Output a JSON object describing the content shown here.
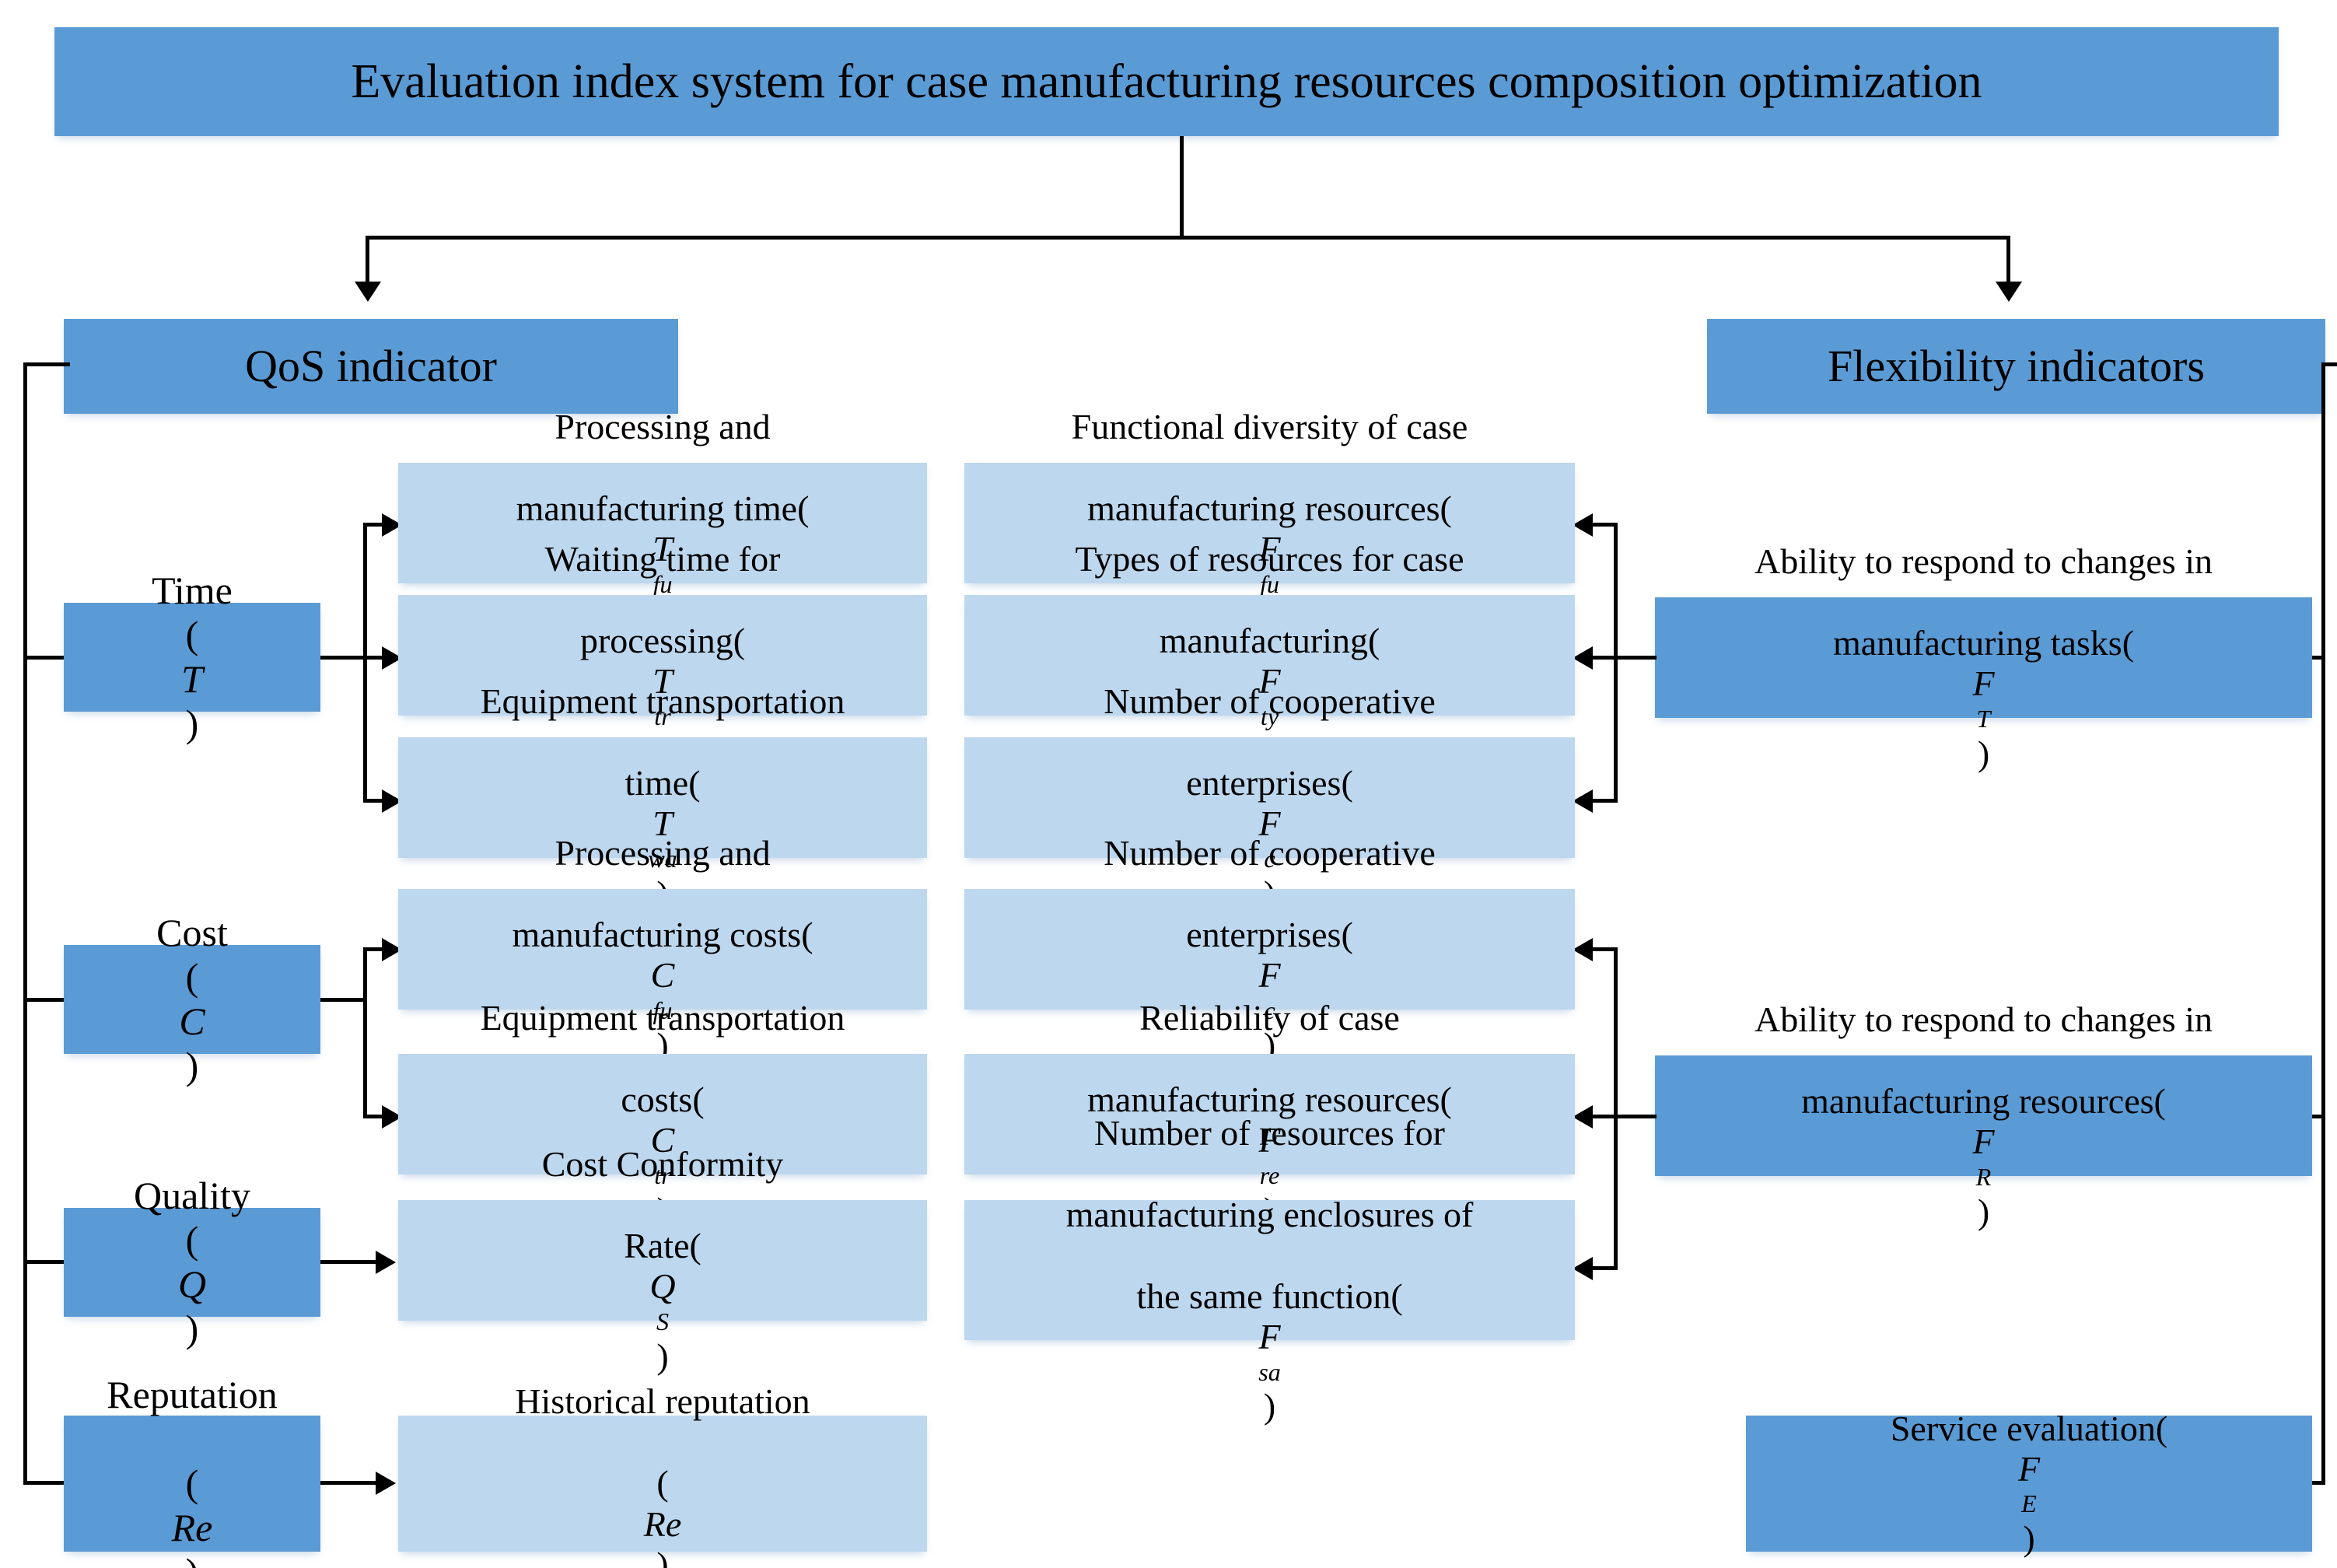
{
  "title": {
    "text": "Evaluation index system for case manufacturing resources composition optimization"
  },
  "level1": {
    "qos": "QoS indicator",
    "flexibility": "Flexibility indicators"
  },
  "qos_branch": {
    "categories": [
      {
        "label": "Time",
        "symbol": "T"
      },
      {
        "label": "Cost",
        "symbol": "C"
      },
      {
        "label": "Quality",
        "symbol": "Q"
      },
      {
        "label": "Reputation",
        "symbol": "Re"
      }
    ],
    "time_children": [
      {
        "line1": "Processing and",
        "line2": "manufacturing time(",
        "base": "T",
        "sub": "fu",
        "close": ")"
      },
      {
        "line1": "Waiting time for",
        "line2": "processing(",
        "base": "T",
        "sub": "tr",
        "close": ")"
      },
      {
        "line1": "Equipment transportation",
        "line2": "time(",
        "base": "T",
        "sub": "wa",
        "close": ")"
      }
    ],
    "cost_children": [
      {
        "line1": "Processing and",
        "line2": "manufacturing costs(",
        "base": "C",
        "sub": "fu",
        "close": ")"
      },
      {
        "line1": "Equipment transportation",
        "line2": "costs(",
        "base": "C",
        "sub": "tr",
        "close": ")"
      }
    ],
    "quality_children": [
      {
        "line1": "Cost Conformity",
        "line2": "Rate(",
        "base": "Q",
        "sub": "S",
        "close": ")"
      }
    ],
    "reputation_children": [
      {
        "line1": "Historical reputation",
        "line2": "(",
        "base": "Re",
        "sub": "",
        "close": ")"
      }
    ]
  },
  "flex_branch": {
    "task_ability": {
      "line1": "Ability to respond to changes in",
      "line2": "manufacturing tasks(",
      "base": "F",
      "sub": "T",
      "close": ")"
    },
    "resource_ability": {
      "line1": "Ability to respond to changes in",
      "line2": "manufacturing resources(",
      "base": "F",
      "sub": "R",
      "close": ")"
    },
    "service_eval": {
      "line1": "Service evaluation(",
      "base": "F",
      "sub": "E",
      "close": ")"
    },
    "task_children": [
      {
        "line1": "Functional diversity of case",
        "line2": "manufacturing resources(",
        "base": "F",
        "sub": "fu",
        "close": ")"
      },
      {
        "line1": "Types of resources for case",
        "line2": "manufacturing(",
        "base": "F",
        "sub": "ty",
        "close": ")"
      },
      {
        "line1": "Number of cooperative",
        "line2": "enterprises(",
        "base": "F",
        "sub": "c",
        "close": ")"
      }
    ],
    "resource_children": [
      {
        "line1": "Number of cooperative",
        "line2": "enterprises(",
        "base": "F",
        "sub": "c",
        "close": ")"
      },
      {
        "line1": "Reliability of case",
        "line2": "manufacturing resources(",
        "base": "F",
        "sub": "re",
        "close": ")"
      },
      {
        "line1": "Number of resources for",
        "line2": "manufacturing enclosures of",
        "line3": "the same function(",
        "base": "F",
        "sub": "sa",
        "close": ")"
      }
    ]
  },
  "colors": {
    "dark_blue": "#5b9bd5",
    "light_blue": "#bdd7ee",
    "connector": "#000000",
    "background": "#ffffff"
  }
}
